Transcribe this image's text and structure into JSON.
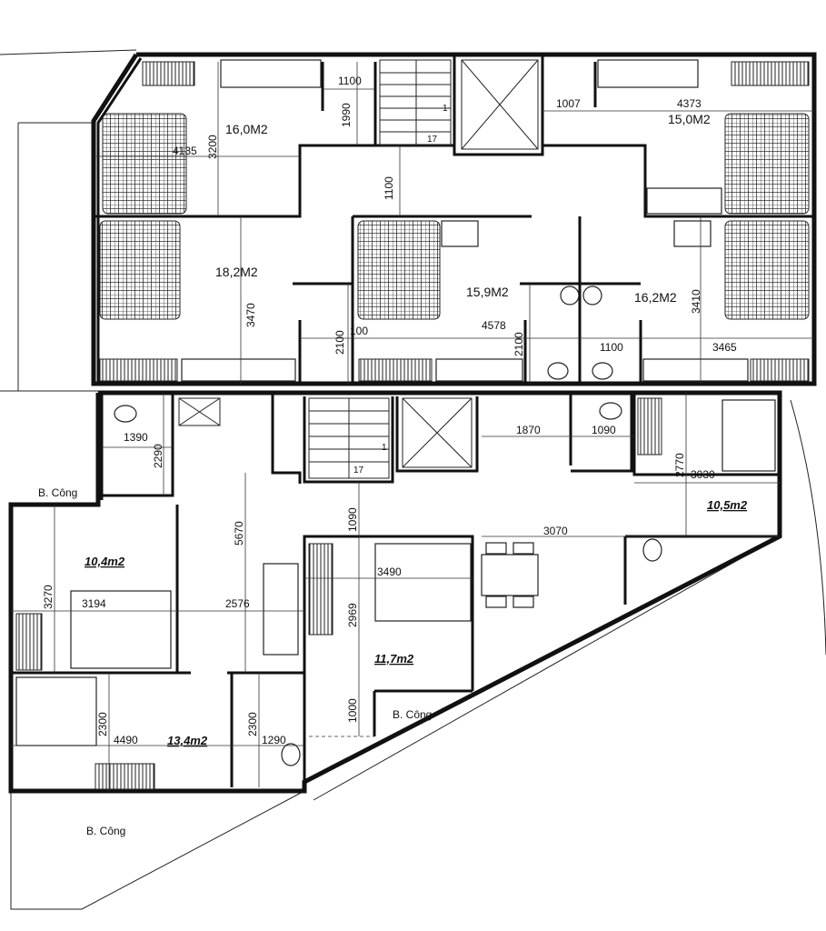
{
  "plan": {
    "upper_block": {
      "areas": [
        "16,0M2",
        "15,0M2",
        "18,2M2",
        "15,9M2",
        "16,2M2"
      ],
      "dimensions": [
        "1100",
        "1990",
        "3200",
        "4135",
        "1100",
        "1007",
        "4373",
        "3470",
        "2100",
        "100",
        "4578",
        "2100",
        "1100",
        "3410",
        "3465"
      ],
      "stair_steps": "17",
      "stair_start": "1"
    },
    "lower_block": {
      "areas": [
        "10,4m2",
        "13,4m2",
        "11,7m2",
        "10,5m2"
      ],
      "dimensions": [
        "1390",
        "2290",
        "1870",
        "1090",
        "2770",
        "3030",
        "3270",
        "3194",
        "2576",
        "5670",
        "1090",
        "3070",
        "3490",
        "2969",
        "1000",
        "2300",
        "4490",
        "2300",
        "1290"
      ],
      "balconies": [
        "B. Công",
        "B. Công",
        "B. Công"
      ],
      "stair_steps": "17",
      "stair_start": "1"
    },
    "line_color": "#111111"
  }
}
